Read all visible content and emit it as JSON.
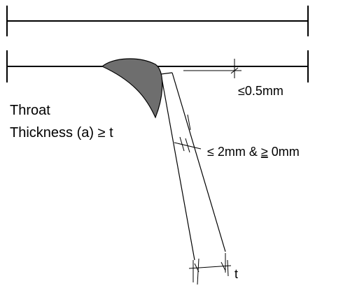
{
  "labels": {
    "throat_line1": "Throat",
    "throat_line2": "Thickness (a) ≥ t",
    "gap_top": "≤0.5mm",
    "gap_side_prefix": "≤ 2mm & ",
    "gap_side_ge": "≥",
    "gap_side_suffix": " 0mm",
    "thickness": "t"
  },
  "colors": {
    "weld_fill": "#6e6e6e",
    "line": "#000000"
  }
}
